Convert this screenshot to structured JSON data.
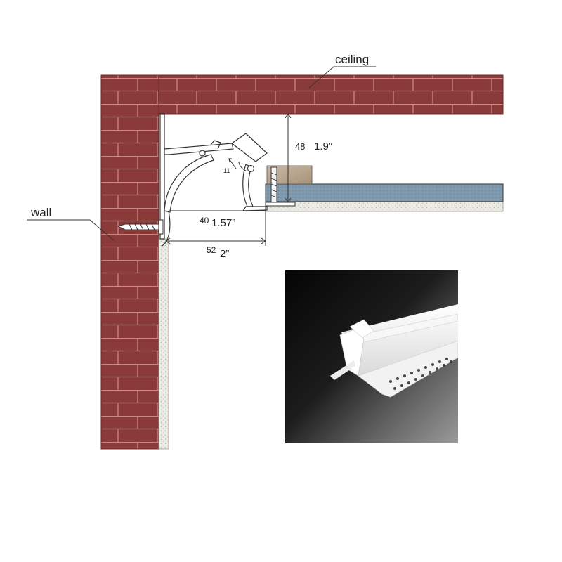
{
  "labels": {
    "ceiling": "ceiling",
    "wall": "wall"
  },
  "dimensions": {
    "height_mm": "48",
    "height_in": "1.9”",
    "depth_mm": "40",
    "depth_in": "1.57”",
    "total_mm": "52",
    "total_in": "2”",
    "lip_mm": "11"
  },
  "colors": {
    "brick": "#8b3a3a",
    "mortar": "#c98b84",
    "plaster": "#ecebe4",
    "board": "#7f98ab",
    "wood": "#b8a58f",
    "profile": "#ffffff",
    "outline": "#333333"
  },
  "photo": {
    "subject": "white-plaster-profile-photo"
  }
}
